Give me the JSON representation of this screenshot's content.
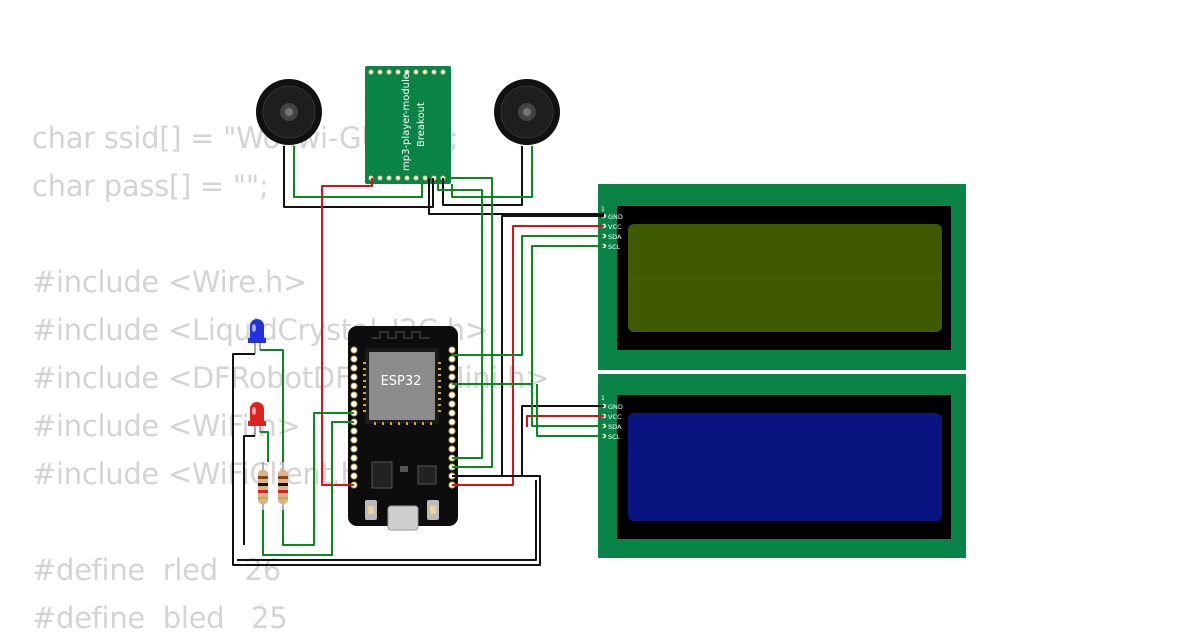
{
  "code_lines": [
    "char ssid[] = \"Wokwi-GUEST\";",
    "char pass[] = \"\";",
    "",
    "#include <Wire.h>",
    "#include <LiquidCrystal_I2C.h>",
    "#include <DFRobotDFPlayerMini.h>",
    "#include <WiFi.h>",
    "#include <WiFiClient.h>",
    "",
    "#define  rled   26",
    "#define  bled   25"
  ],
  "mp3_module": {
    "line1": "mp3-player-module",
    "line2": "Breakout"
  },
  "esp32": {
    "label": "ESP32"
  },
  "lcd_top": {
    "pin1": "1",
    "pins": [
      "GND",
      "VCC",
      "SDA",
      "SCL"
    ],
    "screen_color": "#3f5a00"
  },
  "lcd_bottom": {
    "pin1": "1",
    "pins": [
      "GND",
      "VCC",
      "SDA",
      "SCL"
    ],
    "screen_color": "#0a1480"
  },
  "leds": [
    {
      "color": "blue",
      "hex": "#2233dd"
    },
    {
      "color": "red",
      "hex": "#dd2222"
    }
  ],
  "colors": {
    "board_green": "#0a8446",
    "wire_red": "#dd1111",
    "wire_green": "#0a8a1e",
    "wire_black": "#111111"
  }
}
